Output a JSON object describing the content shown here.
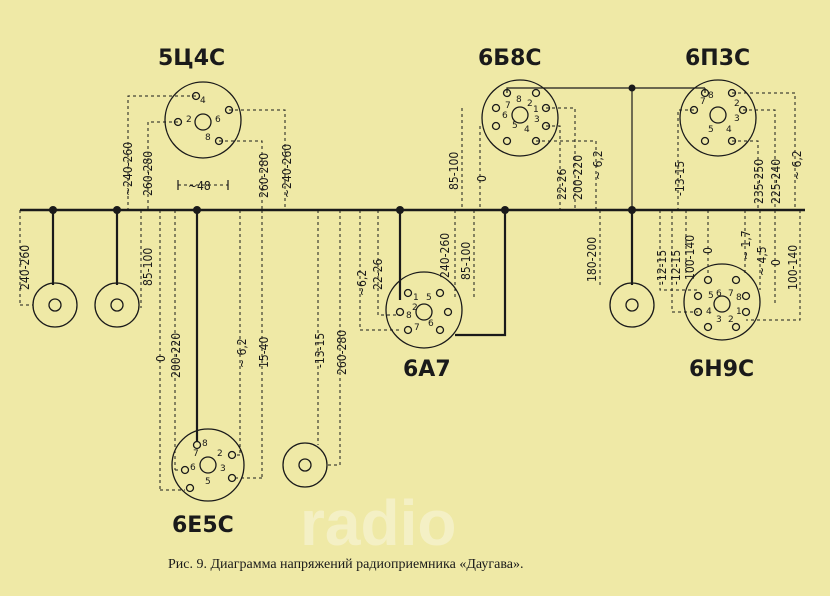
{
  "caption": "Рис. 9. Диаграмма напряжений радиоприемника «Даугава».",
  "watermark": "radio",
  "tubes": {
    "t5c4s": {
      "name": "5Ц4С",
      "pins": [
        "4",
        "2",
        "6",
        "8"
      ]
    },
    "t6b8s": {
      "name": "6Б8С",
      "pins": [
        "8",
        "7",
        "6",
        "2",
        "1",
        "3",
        "4",
        "5"
      ]
    },
    "t6p3s": {
      "name": "6П3С",
      "pins": [
        "8",
        "7",
        "2",
        "3",
        "5",
        "4"
      ]
    },
    "t6a7": {
      "name": "6А7",
      "pins": [
        "1",
        "2",
        "8",
        "7",
        "6",
        "5"
      ]
    },
    "t6e5s": {
      "name": "6Е5С",
      "pins": [
        "8",
        "7",
        "6",
        "2",
        "3",
        "5"
      ]
    },
    "t6n9s": {
      "name": "6Н9С",
      "pins": [
        "5",
        "6",
        "7",
        "8",
        "4",
        "3",
        "2",
        "1"
      ]
    }
  },
  "voltages": {
    "v_240_260_far_left": "240-260",
    "v_240_260_5c4s": "~240-260",
    "v_260_280_5c4s": "260-280",
    "v_85_100_left": "85-100",
    "v_48": "~48",
    "v_260_280_right5c4s": "260-280",
    "v_240_260_right5c4s": "~240-260",
    "v_0_left": "0",
    "v_200_220_left": "200-220",
    "v_6_2_e5s": "~ 6,2",
    "v_15_40": "15-40",
    "v_13_15_left": "-13-15",
    "v_260_280_mid": "260-280",
    "v_6_2_a7": "~6,2",
    "v_22_26_a7": "22-26",
    "v_240_260_a7": "240-260",
    "v_85_100_a7": "85-100",
    "v_85_100_b8s": "85-100",
    "v_0_b8s": "0",
    "v_22_26_b8s": "22-26",
    "v_200_220_b8s": "200-220",
    "v_6_2_b8s": "~ 6,2",
    "v_180_200": "180-200",
    "v_13_15_p3s": "-13-15",
    "v_235_250": "235-250",
    "v_225_240": "225-240",
    "v_6_2_p3s": "~ 6,2",
    "v_12_15_a": "-12-15",
    "v_12_15_b": "-12-15",
    "v_100_140_a": "100-140",
    "v_0_n9s": "0",
    "v_1_7": "~ 1,7",
    "v_4_5": "~ 4,5",
    "v_0_n9s_b": "0",
    "v_100_140_b": "100-140"
  }
}
